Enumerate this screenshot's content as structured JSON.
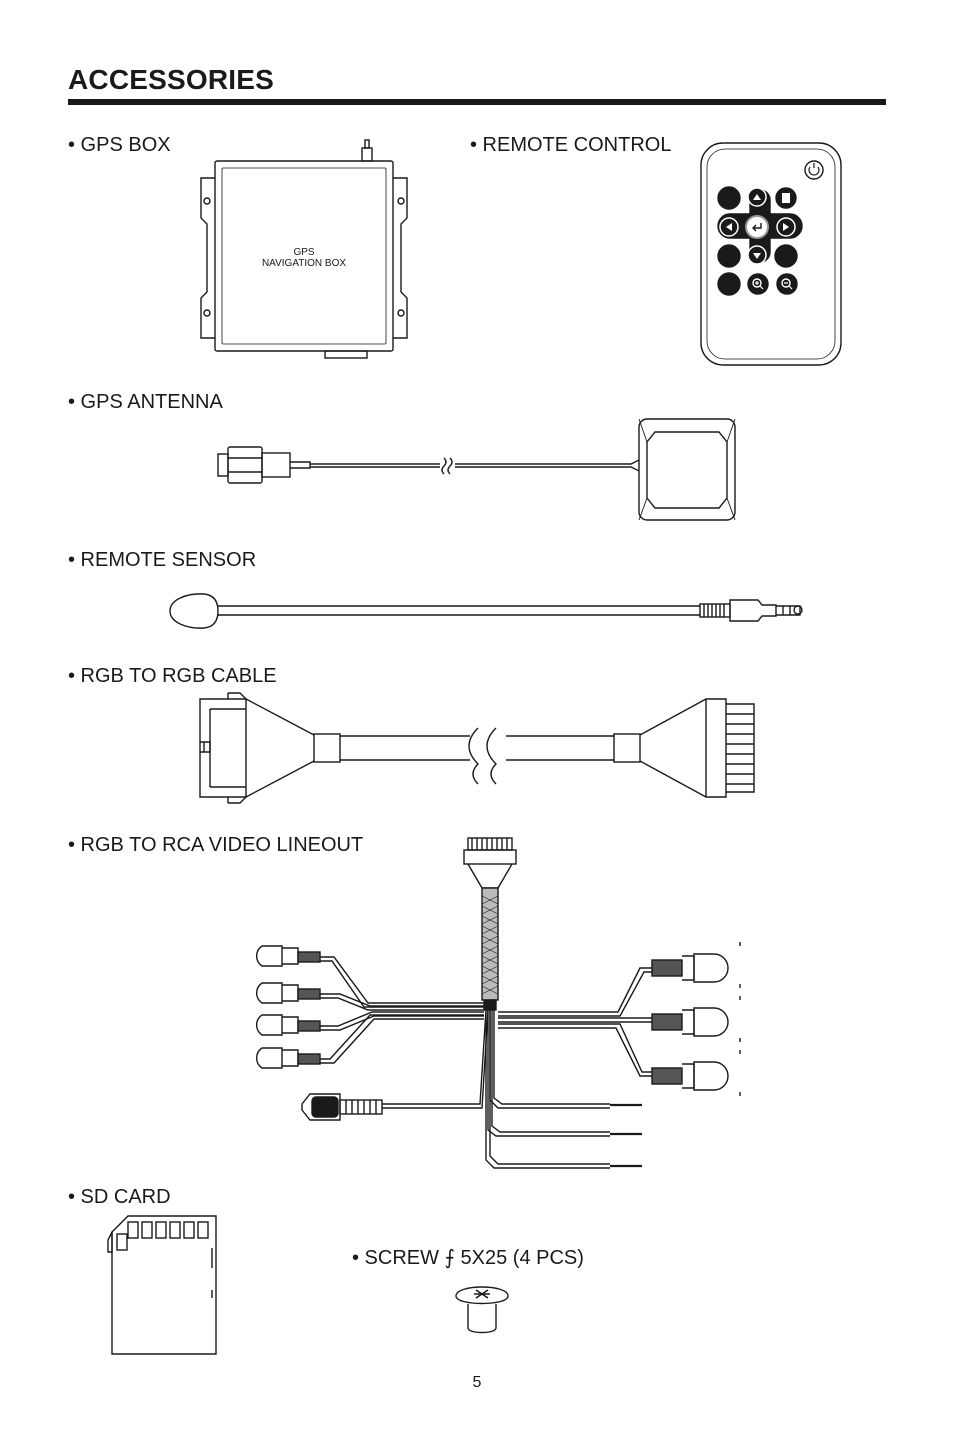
{
  "page": {
    "title": "ACCESSORIES",
    "page_number": "5"
  },
  "items": {
    "gps_box": "• GPS BOX",
    "remote_control": "• REMOTE CONTROL",
    "gps_antenna": "• GPS ANTENNA",
    "remote_sensor": "• REMOTE SENSOR",
    "rgb_to_rgb": "• RGB TO RGB CABLE",
    "rgb_to_rca": "• RGB TO RCA VIDEO LINEOUT",
    "sd_card": "• SD CARD",
    "screw": "• SCREW ⨍ 5X25 (4 PCS)"
  },
  "gps_box_print": {
    "line1": "GPS",
    "line2": "NAVIGATION BOX"
  }
}
